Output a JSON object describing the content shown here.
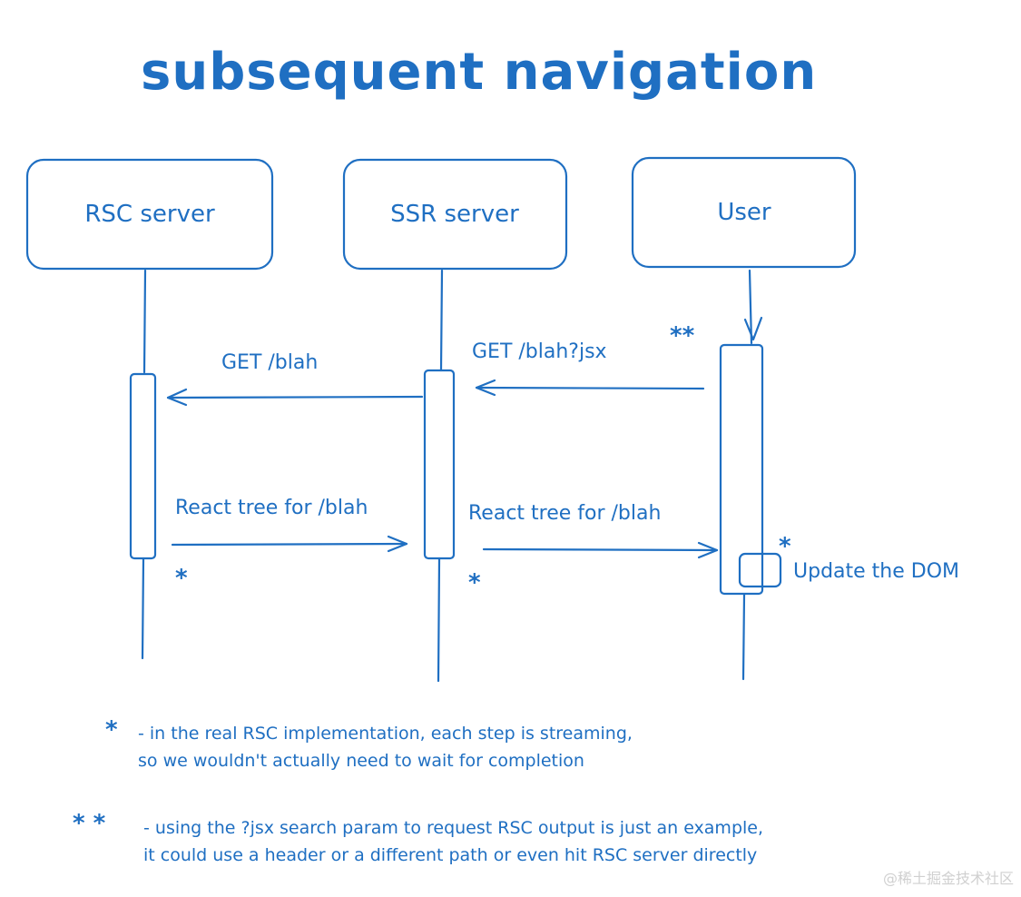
{
  "title": "subsequent navigation",
  "participants": {
    "rsc": "RSC server",
    "ssr": "SSR server",
    "user": "User"
  },
  "messages": {
    "get_blah": "GET /blah",
    "get_blah_jsx": "GET /blah?jsx",
    "get_blah_jsx_marker": "**",
    "react_tree_rsc": "React tree for /blah",
    "react_tree_ssr": "React tree for /blah",
    "update_dom": "Update the DOM",
    "update_dom_marker": "*",
    "rsc_response_marker": "*",
    "ssr_response_marker": "*"
  },
  "notes": {
    "note1_marker": "*",
    "note1_line1": "- in the real RSC implementation, each step is streaming,",
    "note1_line2": "so we wouldn't actually need to wait for completion",
    "note2_marker": "* *",
    "note2_line1": "- using the ?jsx search param to request RSC output is just an example,",
    "note2_line2": "it could use a header or a different path or even hit RSC server directly"
  },
  "watermark": "@稀土掘金技术社区"
}
